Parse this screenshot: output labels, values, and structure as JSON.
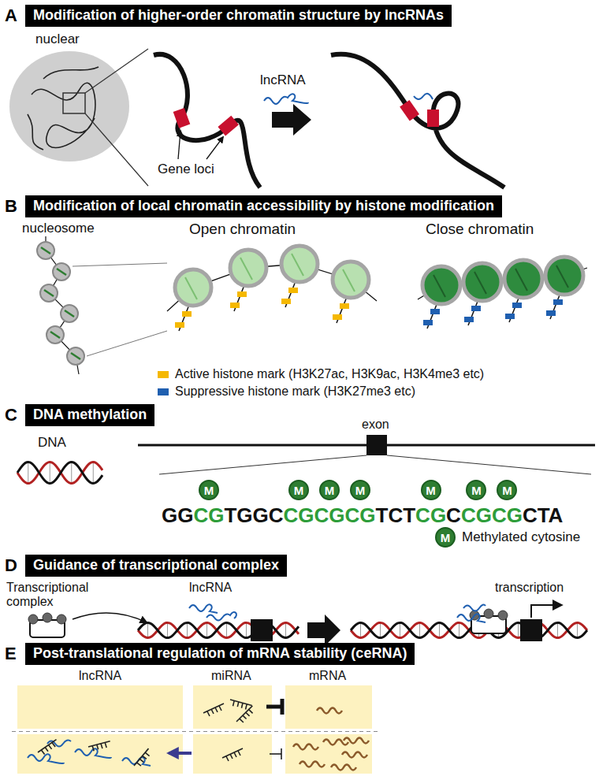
{
  "diagram": {
    "nodes": [
      {
        "text": [
          "A",
          "Modification of higher-order chromatin structure by lncRNAs"
        ]
      },
      {
        "text": [
          "B",
          "Modification of local chromatin accessibility by histone modification"
        ]
      },
      {
        "text": [
          "C",
          "DNA methylation"
        ]
      },
      {
        "text": [
          "M"
        ]
      },
      {
        "text": [
          "M"
        ]
      },
      {
        "text": [
          "M"
        ]
      },
      {
        "text": [
          "M"
        ]
      },
      {
        "text": [
          "M"
        ]
      },
      {
        "text": [
          "M"
        ]
      },
      {
        "text": [
          "M"
        ]
      },
      {
        "text": [
          "M"
        ]
      },
      {
        "text": [
          "D",
          "Guidance of transcriptional complex"
        ]
      },
      {
        "text": [
          "E",
          "Post-translational regulation of mRNA stability (ceRNA)"
        ]
      }
    ],
    "labels": [
      "nuclear",
      "lncRNA",
      "Gene loci",
      "nucleosome",
      "Open chromatin",
      "Close chromatin",
      "DNA",
      "exon",
      "GG",
      "CG",
      "TGGC",
      "CGCGCG",
      "TCT",
      "CG",
      "C",
      "CGCG",
      "CTA",
      "Transcriptional complex",
      "lncRNA",
      "transcription",
      "lncRNA",
      "miRNA",
      "mRNA"
    ],
    "legend": [
      {
        "text": "Active histone mark (H3K27ac, H3K9ac, H3K4me3 etc)",
        "color": "#f5b800"
      },
      {
        "text": "Suppressive histone mark (H3K27me3 etc)",
        "color": "#1f5fb0"
      },
      {
        "text": "Methylated cytosine"
      }
    ]
  }
}
